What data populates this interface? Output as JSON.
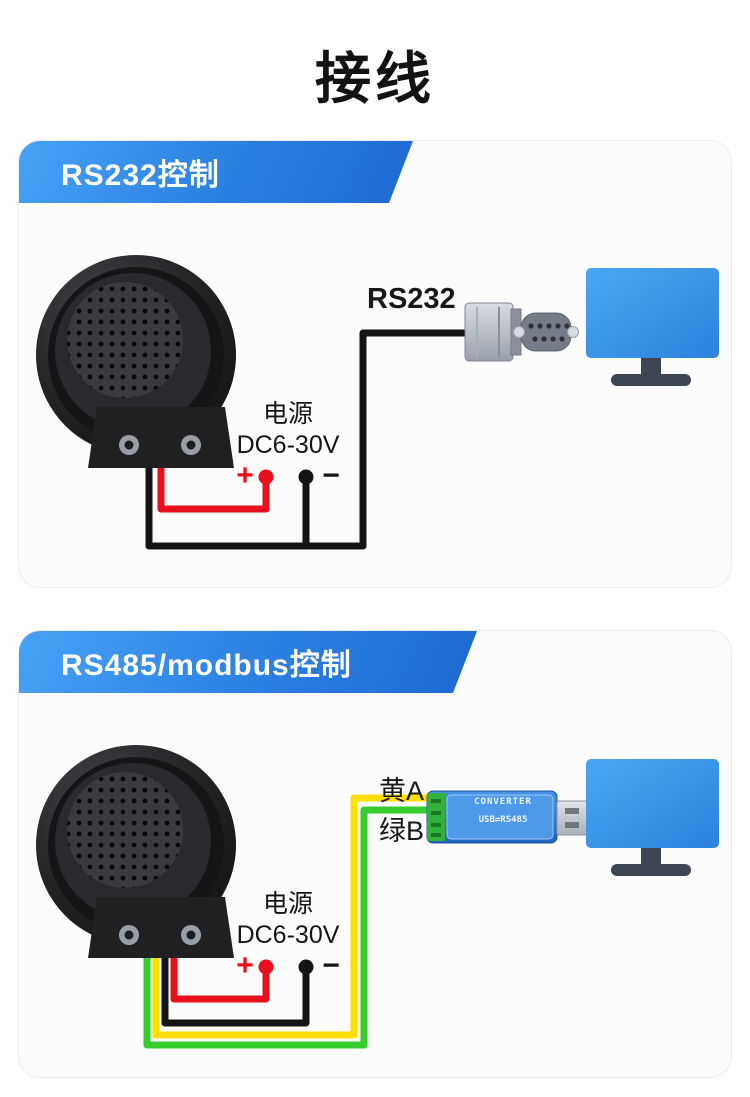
{
  "page": {
    "title": "接线"
  },
  "colors": {
    "accent_blue_light": "#46a2f6",
    "accent_blue_dark": "#1d69d2",
    "wire_black": "#141414",
    "wire_red": "#e8101c",
    "wire_yellow": "#ffdf00",
    "wire_green": "#37cd2d",
    "monitor_blue": "#3b97e8",
    "text_dark": "#141517"
  },
  "panels": [
    {
      "id": "rs232",
      "header": "RS232控制",
      "port_label": "RS232",
      "power": {
        "title": "电源",
        "voltage": "DC6-30V",
        "plus": "+",
        "minus": "−"
      },
      "illustrations": [
        "speaker",
        "rs232-serial-adapter",
        "computer-monitor"
      ]
    },
    {
      "id": "rs485",
      "header": "RS485/modbus控制",
      "wire_a_label": "黄A",
      "wire_b_label": "绿B",
      "converter": {
        "line1": "CONVERTER",
        "line2": "USB⇌RS485"
      },
      "power": {
        "title": "电源",
        "voltage": "DC6-30V",
        "plus": "+",
        "minus": "−"
      },
      "illustrations": [
        "speaker",
        "usb-rs485-converter",
        "computer-monitor"
      ]
    }
  ]
}
